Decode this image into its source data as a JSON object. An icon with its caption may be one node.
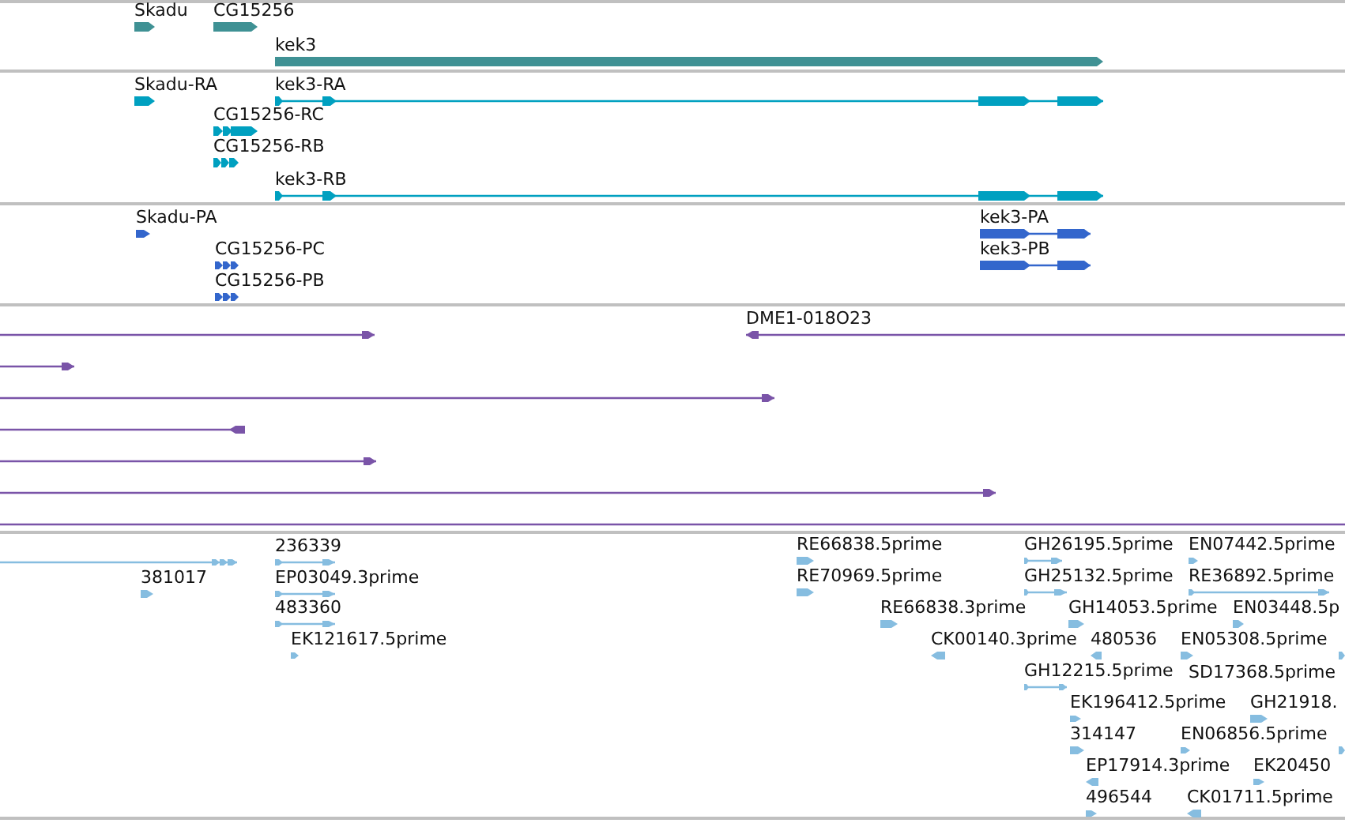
{
  "diagram": {
    "labels": [
      "Skadu",
      "CG15256",
      "kek3",
      "Skadu-RA",
      "kek3-RA",
      "CG15256-RC",
      "CG15256-RB",
      "kek3-RB",
      "Skadu-PA",
      "kek3-PA",
      "CG15256-PC",
      "kek3-PB",
      "CG15256-PB",
      "DME1-018O23",
      "236339",
      "381017",
      "EP03049.3prime",
      "483360",
      "EK121617.5prime",
      "RE66838.5prime",
      "GH26195.5prime",
      "EN07442.5prime",
      "RE70969.5prime",
      "GH25132.5prime",
      "RE36892.5prime",
      "RE66838.3prime",
      "GH14053.5prime",
      "EN03448.5p",
      "CK00140.3prime",
      "480536",
      "EN05308.5prime",
      "GH12215.5prime",
      "SD17368.5prime",
      "EK196412.5prime",
      "GH21918.",
      "314147",
      "EN06856.5prime",
      "EP17914.3prime",
      "EK20450",
      "496544",
      "CK01711.5prime"
    ]
  }
}
